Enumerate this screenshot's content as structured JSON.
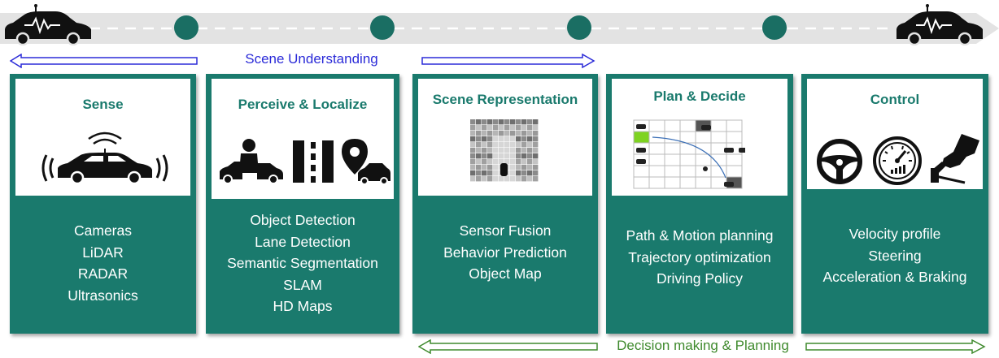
{
  "scene_understanding_label": "Scene Understanding",
  "decision_label": "Decision making & Planning",
  "colors": {
    "panel": "#1a7a6d",
    "road": "#e3e3e3",
    "milestone": "#1a6e63",
    "blue_arrow": "#2b2bd8",
    "green_arrow": "#3f8a2d"
  },
  "stages": [
    {
      "title": "Sense",
      "items": [
        "Cameras",
        "LiDAR",
        "RADAR",
        "Ultrasonics"
      ],
      "icons": [
        "car-sensor-waves-icon"
      ]
    },
    {
      "title": "Perceive & Localize",
      "items": [
        "Object Detection",
        "Lane Detection",
        "Semantic Segmentation",
        "SLAM",
        "HD Maps"
      ],
      "icons": [
        "car-pedestrian-icon",
        "lane-icon",
        "map-pin-car-icon"
      ]
    },
    {
      "title": "Scene Representation",
      "items": [
        "Sensor Fusion",
        "Behavior Prediction",
        "Object Map"
      ],
      "icons": [
        "occupancy-grid-icon"
      ]
    },
    {
      "title": "Plan & Decide",
      "items": [
        "Path & Motion planning",
        "Trajectory optimization",
        "Driving Policy"
      ],
      "icons": [
        "planning-grid-icon"
      ]
    },
    {
      "title": "Control",
      "items": [
        "Velocity profile",
        "Steering",
        "Acceleration & Braking"
      ],
      "icons": [
        "steering-wheel-icon",
        "speedometer-icon",
        "pedal-icon"
      ]
    }
  ]
}
